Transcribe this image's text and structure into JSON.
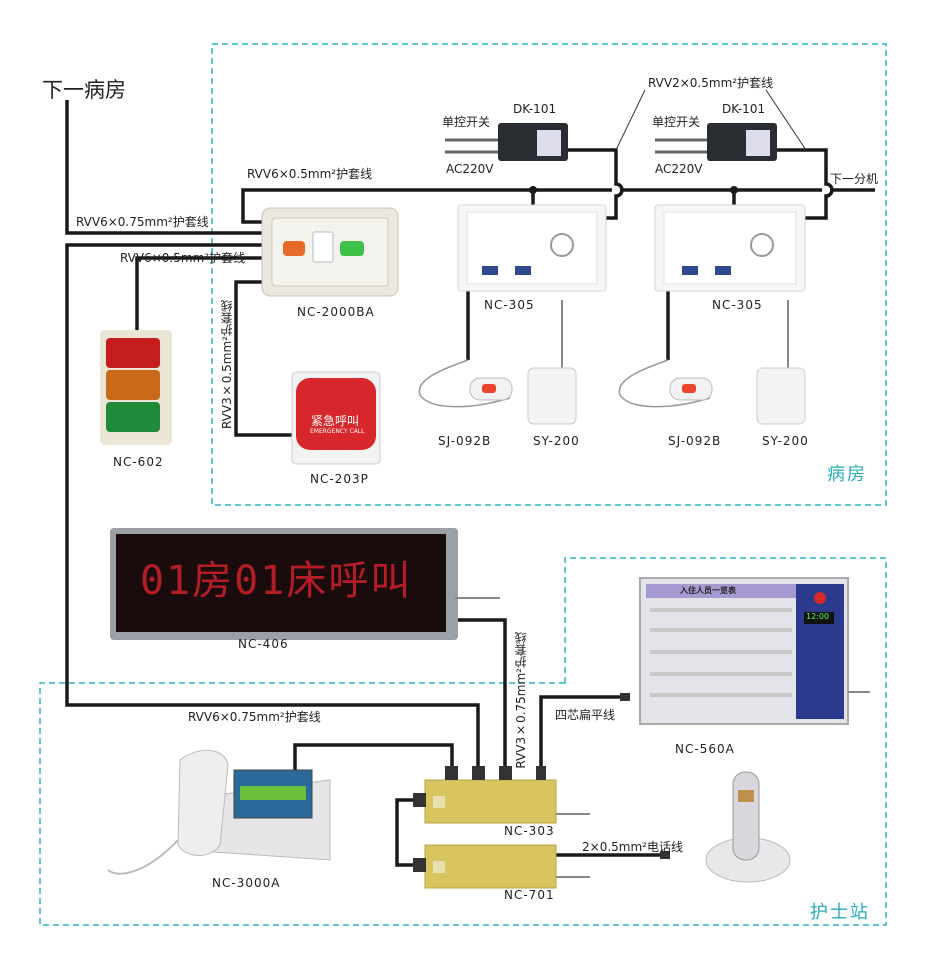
{
  "colors": {
    "zone_border": "#2bb5c1",
    "wire": "#1a1a1a",
    "zone_label": "#2aaebb",
    "led_text": "#d0202a"
  },
  "next_ward": "下一病房",
  "next_unit": "下一分机",
  "zones": {
    "ward": "病房",
    "nurse_station": "护士站"
  },
  "cables": {
    "rvv6_075_top": "RVV6×0.75mm²护套线",
    "rvv6_05_top": "RVV6×0.5mm²护套线",
    "rvv6_05_left": "RVV6×0.5mm²护套线",
    "rvv3_05": "RVV3×0.5mm²护套线",
    "rvv2_05": "RVV2×0.5mm²护套线",
    "rvv6_075_bottom": "RVV6×0.75mm²护套线",
    "rvv3_075": "RVV3×0.75mm²护套线",
    "flat4": "四芯扁平线",
    "phone_line": "2×0.5mm²电话线"
  },
  "switch_labels": [
    {
      "switch": "单控开关",
      "power": "AC220V",
      "model": "DK-101"
    },
    {
      "switch": "单控开关",
      "power": "AC220V",
      "model": "DK-101"
    }
  ],
  "devices": {
    "nc2000ba": "NC-2000BA",
    "nc602": "NC-602",
    "nc203p": "NC-203P",
    "nc203p_text": "紧急呼叫",
    "nc203p_sub": "EMERGENCY CALL",
    "nc305a": "NC-305",
    "nc305b": "NC-305",
    "sj092b_a": "SJ-092B",
    "sy200_a": "SY-200",
    "sj092b_b": "SJ-092B",
    "sy200_b": "SY-200",
    "nc406": "NC-406",
    "nc406_display": "01房01床呼叫",
    "nc560a": "NC-560A",
    "nc560a_clock": "12:00",
    "nc560a_title": "入住人员一览表",
    "nc303": "NC-303",
    "nc701": "NC-701",
    "nc3000a": "NC-3000A"
  }
}
